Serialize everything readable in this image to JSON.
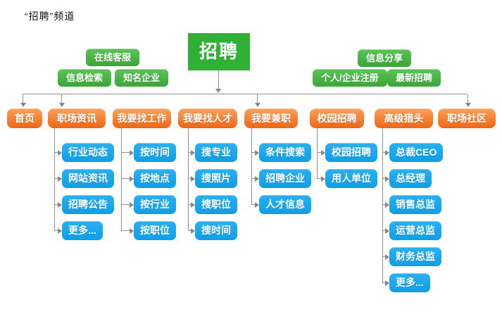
{
  "title": "“招聘”频道",
  "root": {
    "label": "招聘"
  },
  "colors": {
    "root_green": "#2eb135",
    "pill_green_top": "#5cc457",
    "pill_green_bottom": "#3aa539",
    "orange_top": "#fba25b",
    "orange_bottom": "#ee6613",
    "blue_top": "#2ab0f0",
    "blue_bottom": "#0f9fe6",
    "connector_gray": "#8f8f8f",
    "text_white": "#ffffff",
    "title_black": "#111111"
  },
  "pills": [
    {
      "id": "online-service",
      "label": "在线客服"
    },
    {
      "id": "info-retrieval",
      "label": "信息检索"
    },
    {
      "id": "famous-company",
      "label": "知名企业"
    },
    {
      "id": "info-share",
      "label": "信息分享"
    },
    {
      "id": "register",
      "label": "个人/企业注册"
    },
    {
      "id": "latest-jobs",
      "label": "最新招聘"
    }
  ],
  "columns": [
    {
      "id": "home",
      "label": "首页",
      "children": []
    },
    {
      "id": "career-news",
      "label": "职场资讯",
      "children": [
        "行业动态",
        "网站资讯",
        "招聘公告",
        "更多..."
      ]
    },
    {
      "id": "find-job",
      "label": "我要找工作",
      "children": [
        "按时间",
        "按地点",
        "按行业",
        "按职位"
      ]
    },
    {
      "id": "find-talent",
      "label": "我要找人才",
      "children": [
        "搜专业",
        "搜照片",
        "搜职位",
        "搜时间"
      ]
    },
    {
      "id": "part-time",
      "label": "我要兼职",
      "children": [
        "条件搜索",
        "招聘企业",
        "人才信息"
      ]
    },
    {
      "id": "campus",
      "label": "校园招聘",
      "children": [
        "校园招聘",
        "用人单位"
      ]
    },
    {
      "id": "headhunter",
      "label": "高级猎头",
      "children": [
        "总裁CEO",
        "总经理",
        "销售总监",
        "运营总监",
        "财务总监",
        "更多..."
      ]
    },
    {
      "id": "community",
      "label": "职场社区",
      "children": []
    }
  ]
}
